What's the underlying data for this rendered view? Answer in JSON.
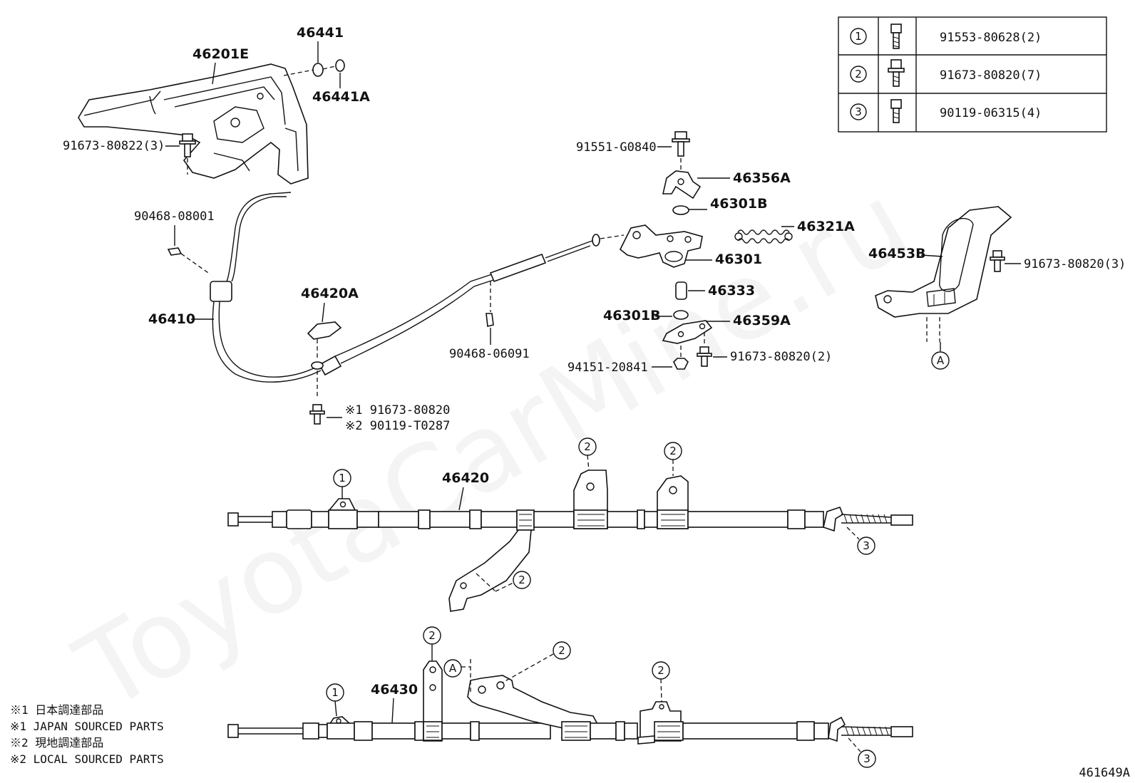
{
  "watermark": "ToyotaCarMine.ru",
  "diagram_id": "461649A",
  "legend": [
    {
      "num": "①",
      "part": "91553-80628(2)"
    },
    {
      "num": "②",
      "part": "91673-80820(7)"
    },
    {
      "num": "③",
      "part": "90119-06315(4)"
    }
  ],
  "labels": {
    "p46201E": "46201E",
    "p46441": "46441",
    "p46441A": "46441A",
    "p91673_80822": "91673-80822(3)",
    "p90468_08001": "90468-08001",
    "p46410": "46410",
    "p46420A": "46420A",
    "n1_part": "※1 91673-80820",
    "n2_part": "※2 90119-T0287",
    "p90468_06091": "90468-06091",
    "p91551_G0840": "91551-G0840",
    "p46356A": "46356A",
    "p46301B_top": "46301B",
    "p46321A": "46321A",
    "p46301": "46301",
    "p46333": "46333",
    "p46301B_bot": "46301B",
    "p46359A": "46359A",
    "p91673_80820_2": "91673-80820(2)",
    "p94151_20841": "94151-20841",
    "p46453B": "46453B",
    "p91673_80820_3": "91673-80820(3)",
    "p46420": "46420",
    "p46430": "46430"
  },
  "refs": {
    "a": "A",
    "one": "1",
    "two": "2",
    "three": "3"
  },
  "footnotes": [
    "※1 日本調達部品",
    "※1 JAPAN SOURCED PARTS",
    "※2 現地調達部品",
    "※2 LOCAL SOURCED PARTS"
  ]
}
